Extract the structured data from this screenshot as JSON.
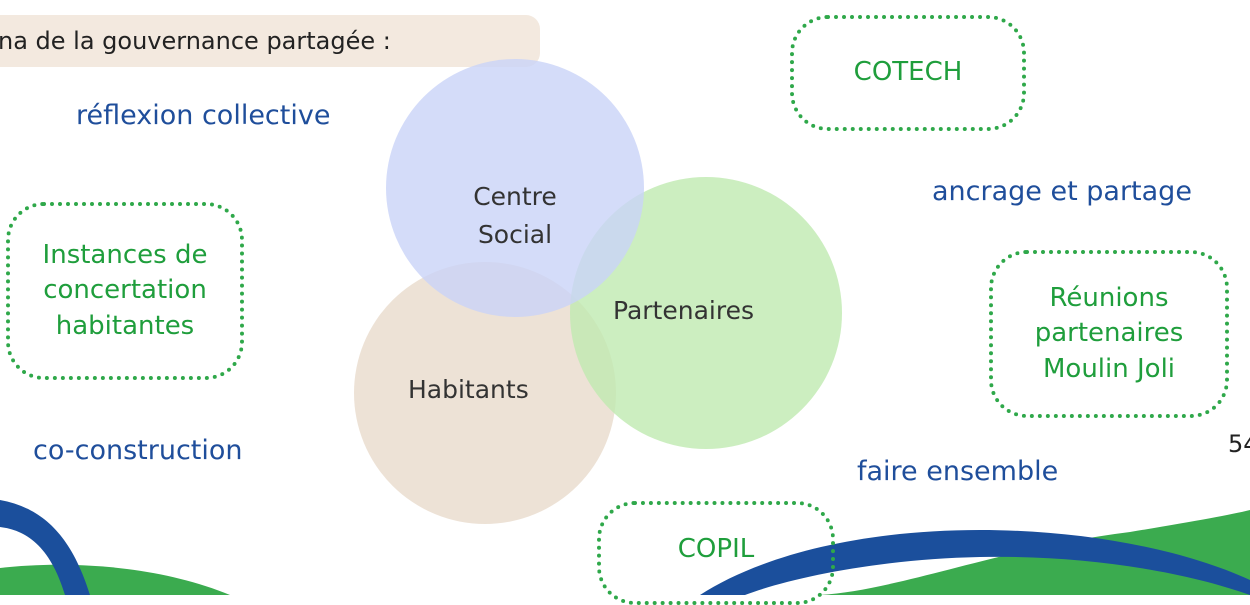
{
  "title": "na de la gouvernance partagée :",
  "keywords": {
    "reflexion": "réflexion collective",
    "ancrage": "ancrage et partage",
    "coconstruction": "co-construction",
    "ensemble": "faire ensemble"
  },
  "venn": {
    "centre_social": "Centre Social",
    "centre_social_line1": "Centre",
    "centre_social_line2": "Social",
    "partenaires": "Partenaires",
    "habitants": "Habitants"
  },
  "instances": {
    "cotech": "COTECH",
    "copil": "COPIL",
    "concertation_line1": "Instances de",
    "concertation_line2": "concertation",
    "concertation_line3": "habitantes",
    "reunions_line1": "Réunions",
    "reunions_line2": "partenaires",
    "reunions_line3": "Moulin Joli"
  },
  "page_number": "54",
  "colors": {
    "keyword": "#1f4e9b",
    "dotted_box": "#2fa84a",
    "circle_centre_social": "#c9d3f8",
    "circle_partenaires": "#bfeab0",
    "circle_habitants": "#ecdfd3",
    "wave_blue": "#1b4f9c",
    "wave_green": "#3bab4f",
    "title_bg": "#f3e9df"
  }
}
